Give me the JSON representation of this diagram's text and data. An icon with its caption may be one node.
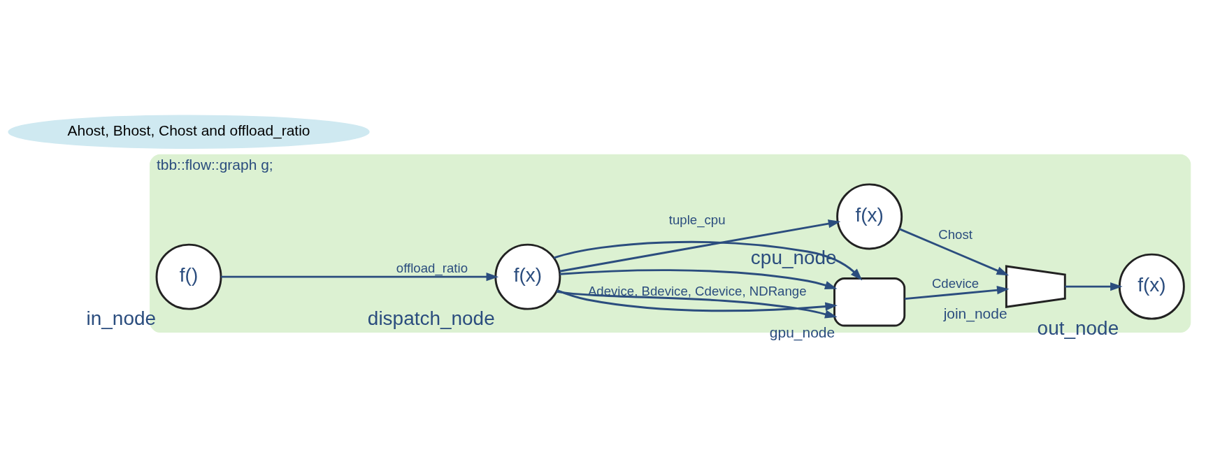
{
  "diagram": {
    "nodes": [
      {
        "text": [
          "tbb::flow::graph g;"
        ]
      },
      {
        "text": [
          "f()"
        ],
        "beside": [
          "in_node"
        ],
        "in": 0
      },
      {
        "text": [
          "f(x)"
        ],
        "beside": [
          "dispatch_node"
        ],
        "in": 0
      },
      {
        "text": [],
        "shape": "box",
        "beside": [
          "gpu_node"
        ],
        "in": 0
      },
      {
        "text": [
          "f(x)"
        ],
        "beside": [
          "cpu_node"
        ],
        "in": 0
      },
      {
        "text": [],
        "shape": "trapezoid",
        "beside": [
          "join_node"
        ],
        "in": 0
      },
      {
        "text": [
          "f(x)"
        ],
        "beside": [
          "out_node"
        ],
        "in": 0
      },
      {
        "text": [
          "Ahost, Bhost, Chost and offload_ratio"
        ]
      }
    ],
    "edges": [
      {
        "from": 1,
        "to": 2,
        "arrow": "to",
        "label": "offload_ratio"
      },
      {
        "from": 2,
        "to": 3,
        "arrow": "to",
        "label": "Adevice, Bdevice, Cdevice, NDRange"
      },
      {
        "from": 2,
        "to": 3,
        "arrow": "to"
      },
      {
        "from": 2,
        "to": 3,
        "arrow": "to"
      },
      {
        "from": 2,
        "to": 3,
        "arrow": "to"
      },
      {
        "from": 2,
        "to": 4,
        "arrow": "to",
        "label": "tuple_cpu"
      },
      {
        "from": 3,
        "to": 5,
        "arrow": "to",
        "label": "Cdevice"
      },
      {
        "from": 4,
        "to": 5,
        "arrow": "to",
        "label": "Chost"
      },
      {
        "from": 5,
        "to": 6,
        "arrow": "to"
      }
    ]
  }
}
